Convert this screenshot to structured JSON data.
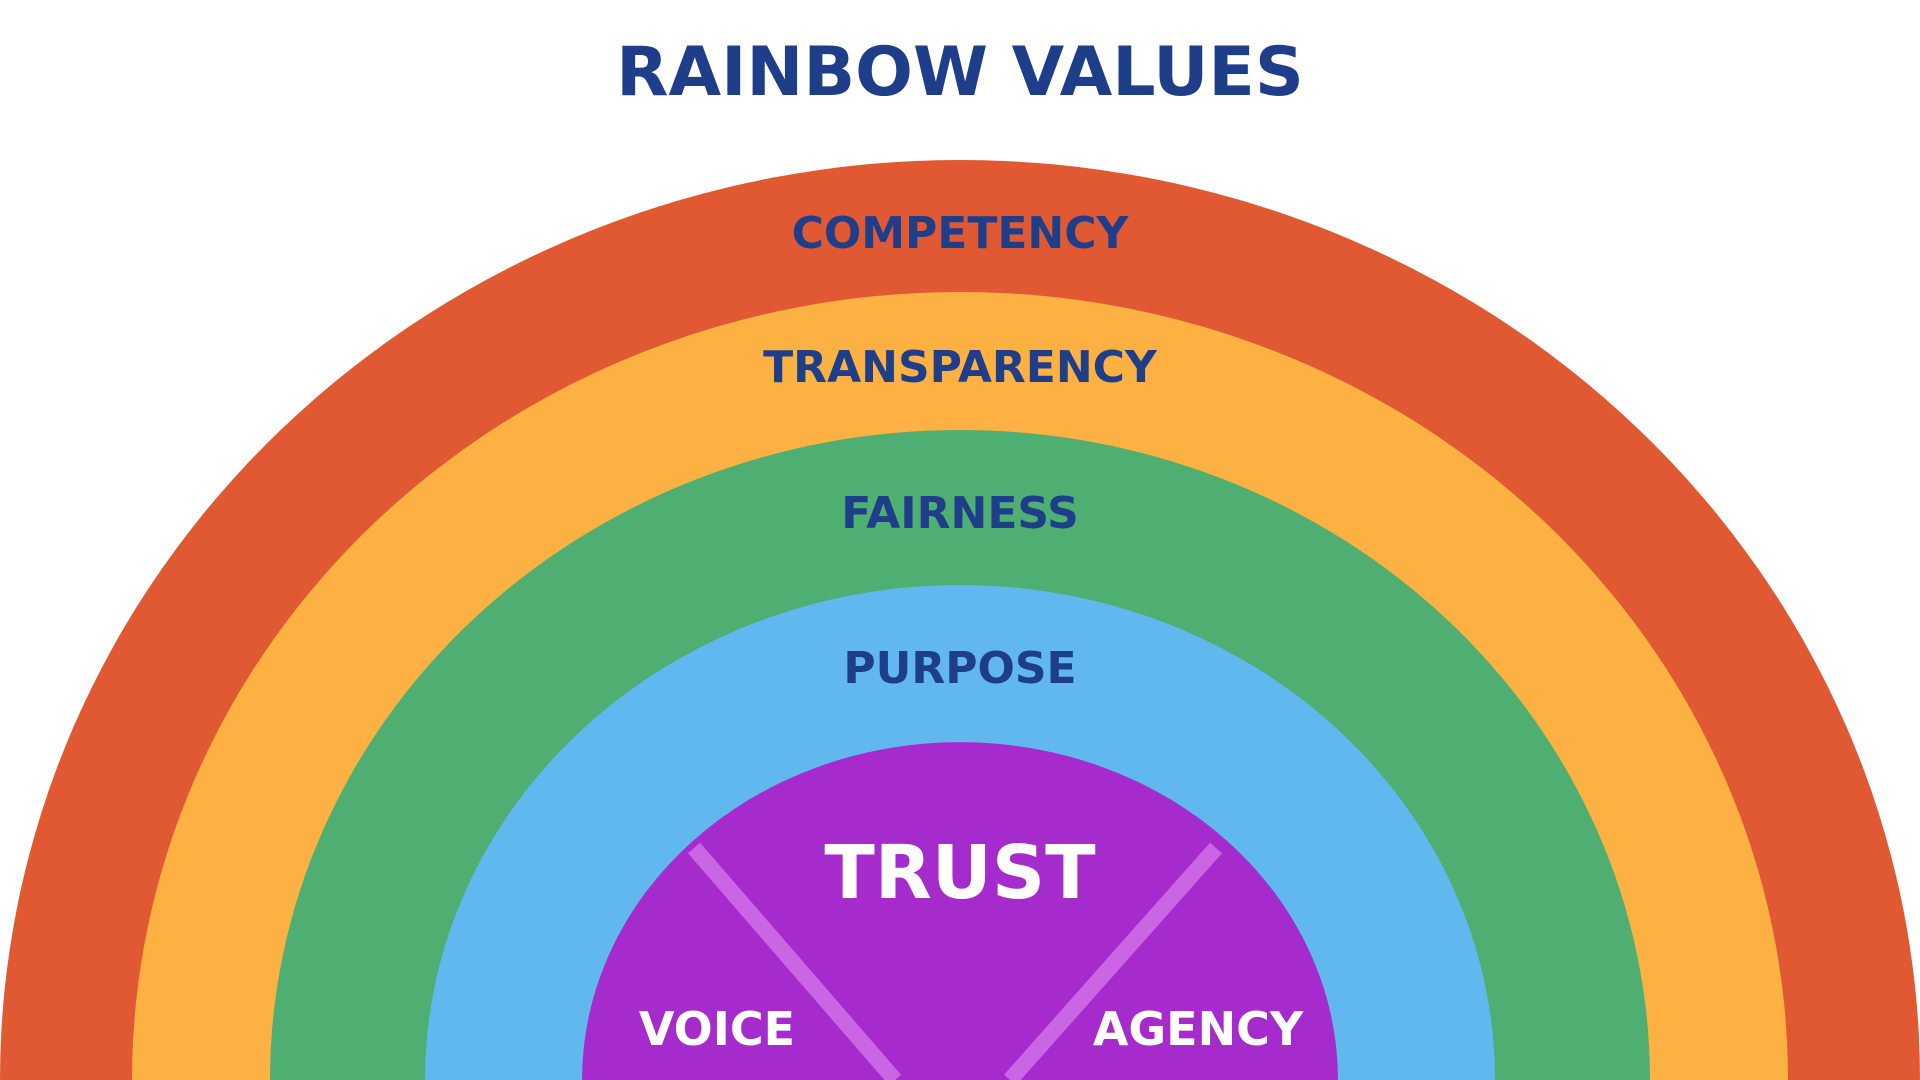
{
  "title": "RAINBOW VALUES",
  "arcs": [
    {
      "label": "COMPETENCY",
      "color": "#E15932"
    },
    {
      "label": "TRANSPARENCY",
      "color": "#FDB142"
    },
    {
      "label": "FAIRNESS",
      "color": "#4FAE72"
    },
    {
      "label": "PURPOSE",
      "color": "#61B8EE"
    }
  ],
  "core": {
    "label": "TRUST",
    "color": "#A62BCC",
    "divider_color": "#CA66E4",
    "left_label": "VOICE",
    "right_label": "AGENCY"
  },
  "colors": {
    "background": "#FFFFFF",
    "title_text": "#1F3E8A",
    "arc_text": "#1F3E8A",
    "core_text": "#FFFFFF"
  }
}
